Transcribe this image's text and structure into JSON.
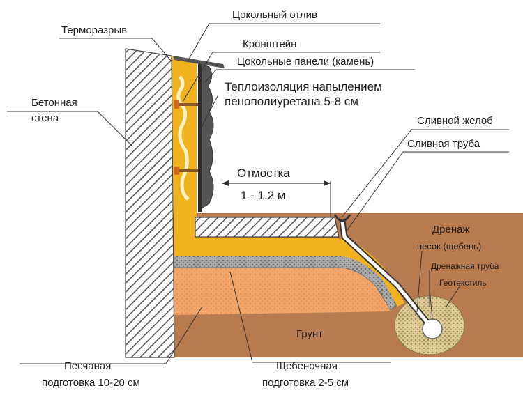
{
  "labels": {
    "plinth_flashing": "Цокольный отлив",
    "thermal_break": "Терморазрыв",
    "bracket": "Кронштейн",
    "plinth_panels": "Цокольные панели (камень)",
    "insulation_line1": "Теплоизоляция напылением",
    "insulation_line2": "пенополиуретана 5-8 см",
    "concrete_wall_line1": "Бетонная",
    "concrete_wall_line2": "стена",
    "gutter": "Сливной желоб",
    "downpipe": "Сливная труба",
    "blind_area": "Отмостка",
    "blind_area_width": "1 - 1.2 м",
    "drainage": "Дренаж",
    "sand_gravel": "песок (щебень)",
    "drain_pipe": "Дренажная труба",
    "geotextile": "Геотекстиль",
    "soil": "Грунт",
    "sand_bed_line1": "Песчаная",
    "sand_bed_line2": "подготовка 10-20 см",
    "gravel_bed_line1": "Щебеночная",
    "gravel_bed_line2": "подготовка 2-5 см"
  },
  "colors": {
    "soil": "#b87a4f",
    "insulation": "#f0b21e",
    "sand": "#f1a56b",
    "gravel": "#a9a9a9",
    "concrete_hatch": "#555555",
    "drain_bed": "#dcc892"
  }
}
